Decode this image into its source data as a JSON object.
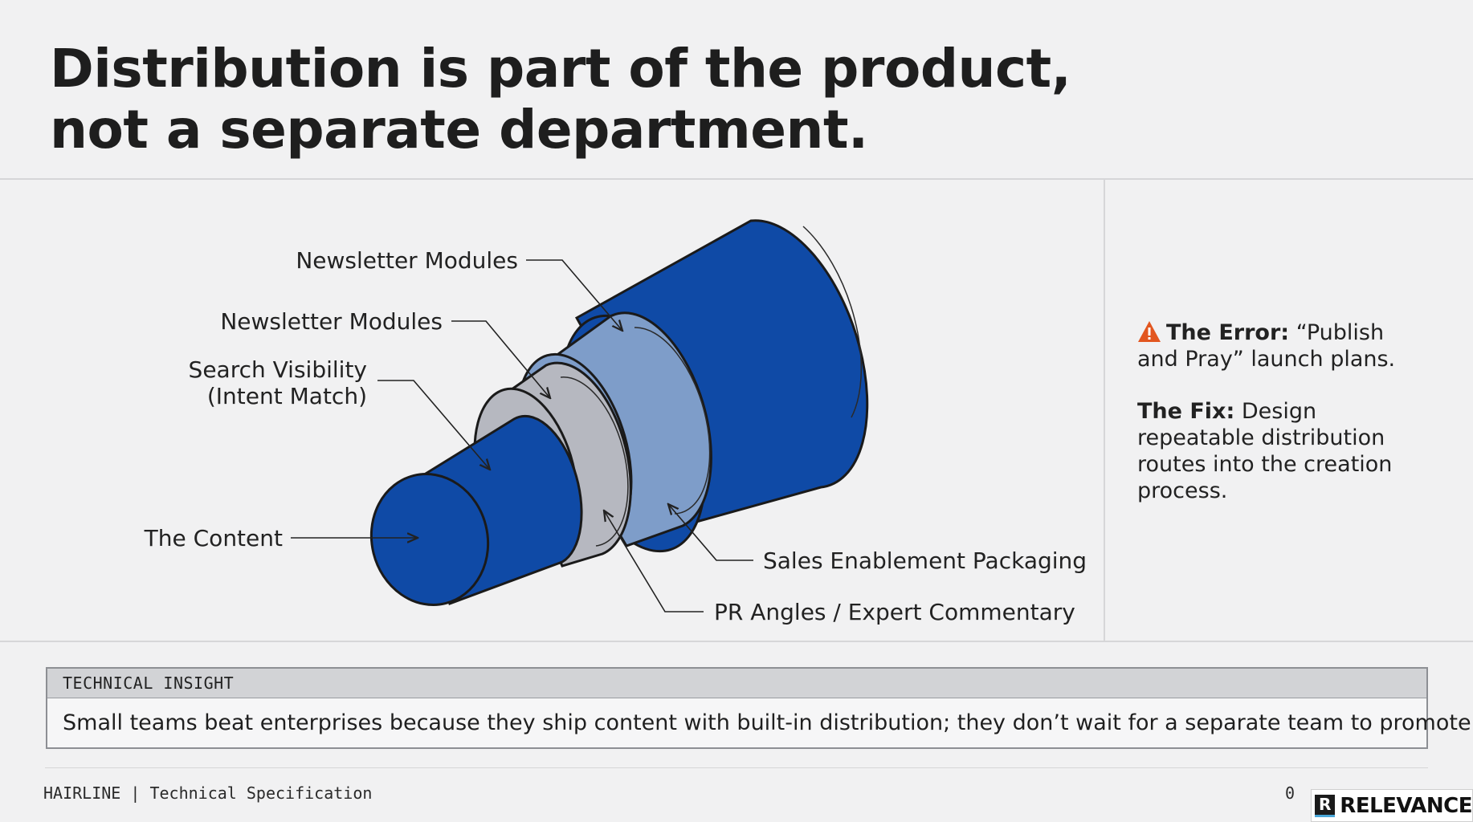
{
  "title": {
    "line1": "Distribution is part of the product,",
    "line2": "not a separate department."
  },
  "diagram": {
    "layers": [
      {
        "name": "The Content",
        "color": "#0f4aa6"
      },
      {
        "name": "Search Visibility (Intent Match)",
        "color": "#b6b8c0"
      },
      {
        "name": "Newsletter Modules",
        "color": "#7e9dc9"
      },
      {
        "name": "Newsletter Modules",
        "color": "#0f4aa6"
      }
    ],
    "callouts": {
      "newsletter_top": "Newsletter Modules",
      "newsletter_mid": "Newsletter Modules",
      "search_line1": "Search Visibility",
      "search_line2": "(Intent Match)",
      "content": "The Content",
      "sales": "Sales Enablement Packaging",
      "pr": "PR Angles / Expert Commentary"
    }
  },
  "side": {
    "error_label": "The Error:",
    "error_text": "“Publish and Pray” launch plans.",
    "fix_label": "The Fix:",
    "fix_text": "Design repeatable distribution routes into the creation process.",
    "warning_icon": "warning-triangle-icon",
    "warning_color": "#e2561f"
  },
  "insight": {
    "heading": "TECHNICAL INSIGHT",
    "body": "Small teams beat enterprises because they ship content with built-in distribution; they don’t wait for a separate team to promote it."
  },
  "footer": {
    "left": "HAIRLINE | Technical Specification",
    "right": "0 ",
    "brand_mark": "R",
    "brand_name": "RELEVANCE"
  }
}
